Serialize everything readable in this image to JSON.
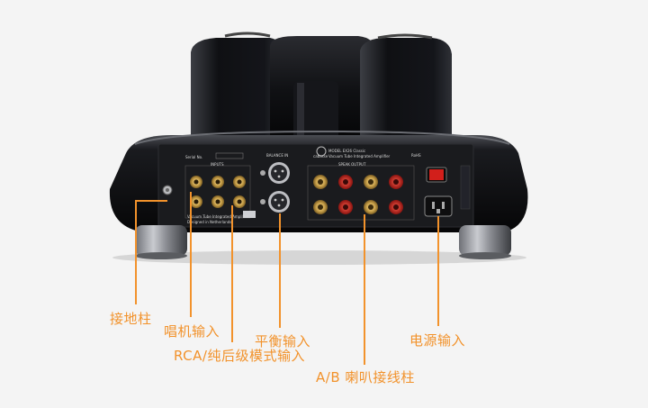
{
  "panel": {
    "brand": "cabasse",
    "model": "MODEL EX26 Classic",
    "subtitle": "Vacuum Tube Integrated Amplifier",
    "serial_label": "Serial No.",
    "inputs_label": "INPUTS",
    "balance_label": "BALANCE IN",
    "speaker_label": "SPEAK OUTPUT",
    "made_line_1": "Vacuum Tube Integrated Amplifier",
    "made_line_2": "Designed in Netherlands",
    "rohs": "RoHS"
  },
  "callouts": {
    "ground": "接地柱",
    "phono": "唱机输入",
    "rca": "RCA/纯后级模式输入",
    "balanced": "平衡输入",
    "speaker": "A/B 喇叭接线柱",
    "power": "电源输入"
  },
  "colors": {
    "accent": "#f2922b",
    "background": "#f4f4f4",
    "chassis": "#0c0c0e",
    "panel": "#1a1b1e",
    "gold": "#c9a14a"
  }
}
